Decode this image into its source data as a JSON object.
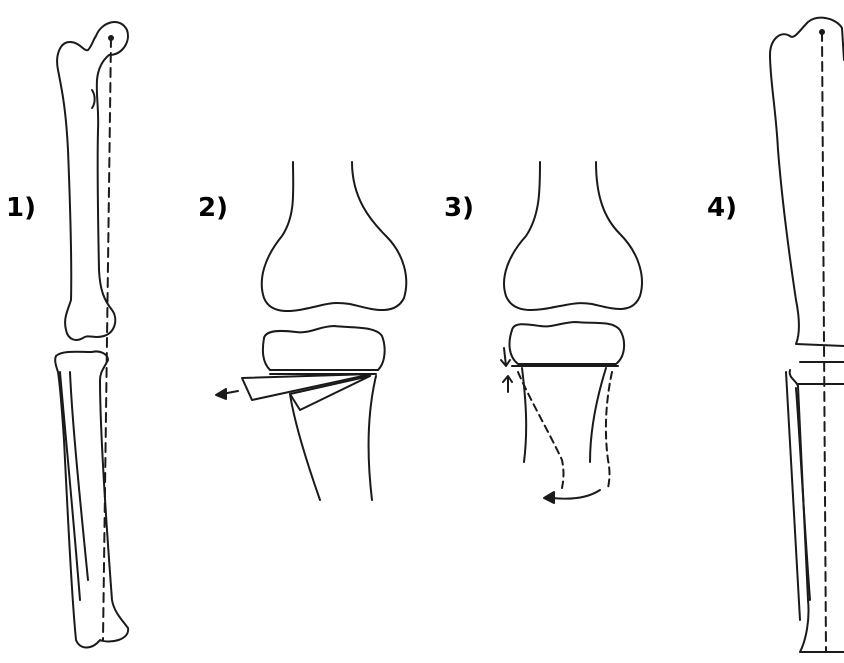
{
  "panels": [
    {
      "label": "1)"
    },
    {
      "label": "2)"
    },
    {
      "label": "3)"
    },
    {
      "label": "4)"
    }
  ],
  "colors": {
    "line": "#1a1a1a",
    "background": "#ffffff"
  }
}
